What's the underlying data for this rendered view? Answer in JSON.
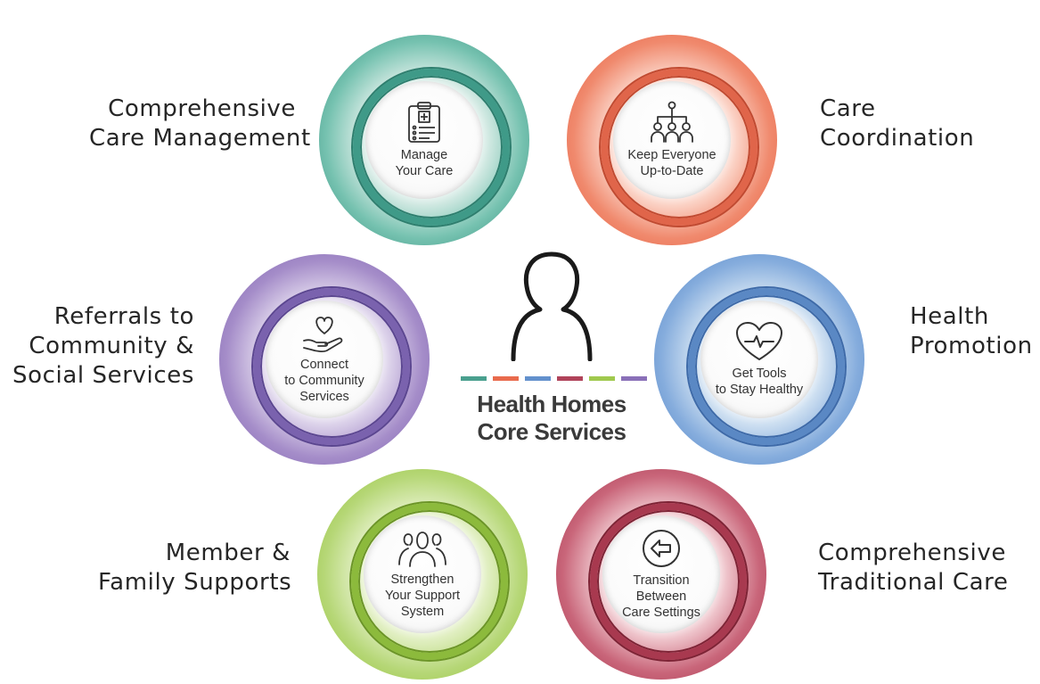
{
  "center": {
    "title_line1": "Health Homes",
    "title_line2": "Core Services",
    "icon": "person-outline-icon",
    "bar_colors": [
      "#4aa08f",
      "#e96b4d",
      "#6391cd",
      "#b0435a",
      "#a0c94e",
      "#8a70b8"
    ]
  },
  "services": {
    "manage": {
      "outer_line1": "Comprehensive",
      "outer_line2": "Care Management",
      "inner_line1": "Manage",
      "inner_line2": "Your Care",
      "icon": "clipboard-icon",
      "color": "#4aa08f"
    },
    "keep": {
      "outer_line1": "Care",
      "outer_line2": "Coordination",
      "inner_line1": "Keep Everyone",
      "inner_line2": "Up-to-Date",
      "icon": "org-chart-people-icon",
      "color": "#e96b4d"
    },
    "connect": {
      "outer_line1": "Referrals to",
      "outer_line2": "Community &",
      "outer_line3": "Social Services",
      "inner_line1": "Connect",
      "inner_line2": "to Community",
      "inner_line3": "Services",
      "icon": "heart-in-hand-icon",
      "color": "#8a70b8"
    },
    "tools": {
      "outer_line1": "Health",
      "outer_line2": "Promotion",
      "inner_line1": "Get Tools",
      "inner_line2": "to Stay Healthy",
      "icon": "heart-pulse-icon",
      "color": "#6391cd"
    },
    "support": {
      "outer_line1": "Member &",
      "outer_line2": "Family Supports",
      "inner_line1": "Strengthen",
      "inner_line2": "Your Support",
      "inner_line3": "System",
      "icon": "people-group-icon",
      "color": "#a0c94e"
    },
    "transition": {
      "outer_line1": "Comprehensive",
      "outer_line2": "Traditional Care",
      "inner_line1": "Transition",
      "inner_line2": "Between",
      "inner_line3": "Care Settings",
      "icon": "arrow-left-circle-icon",
      "color": "#b0435a"
    }
  }
}
